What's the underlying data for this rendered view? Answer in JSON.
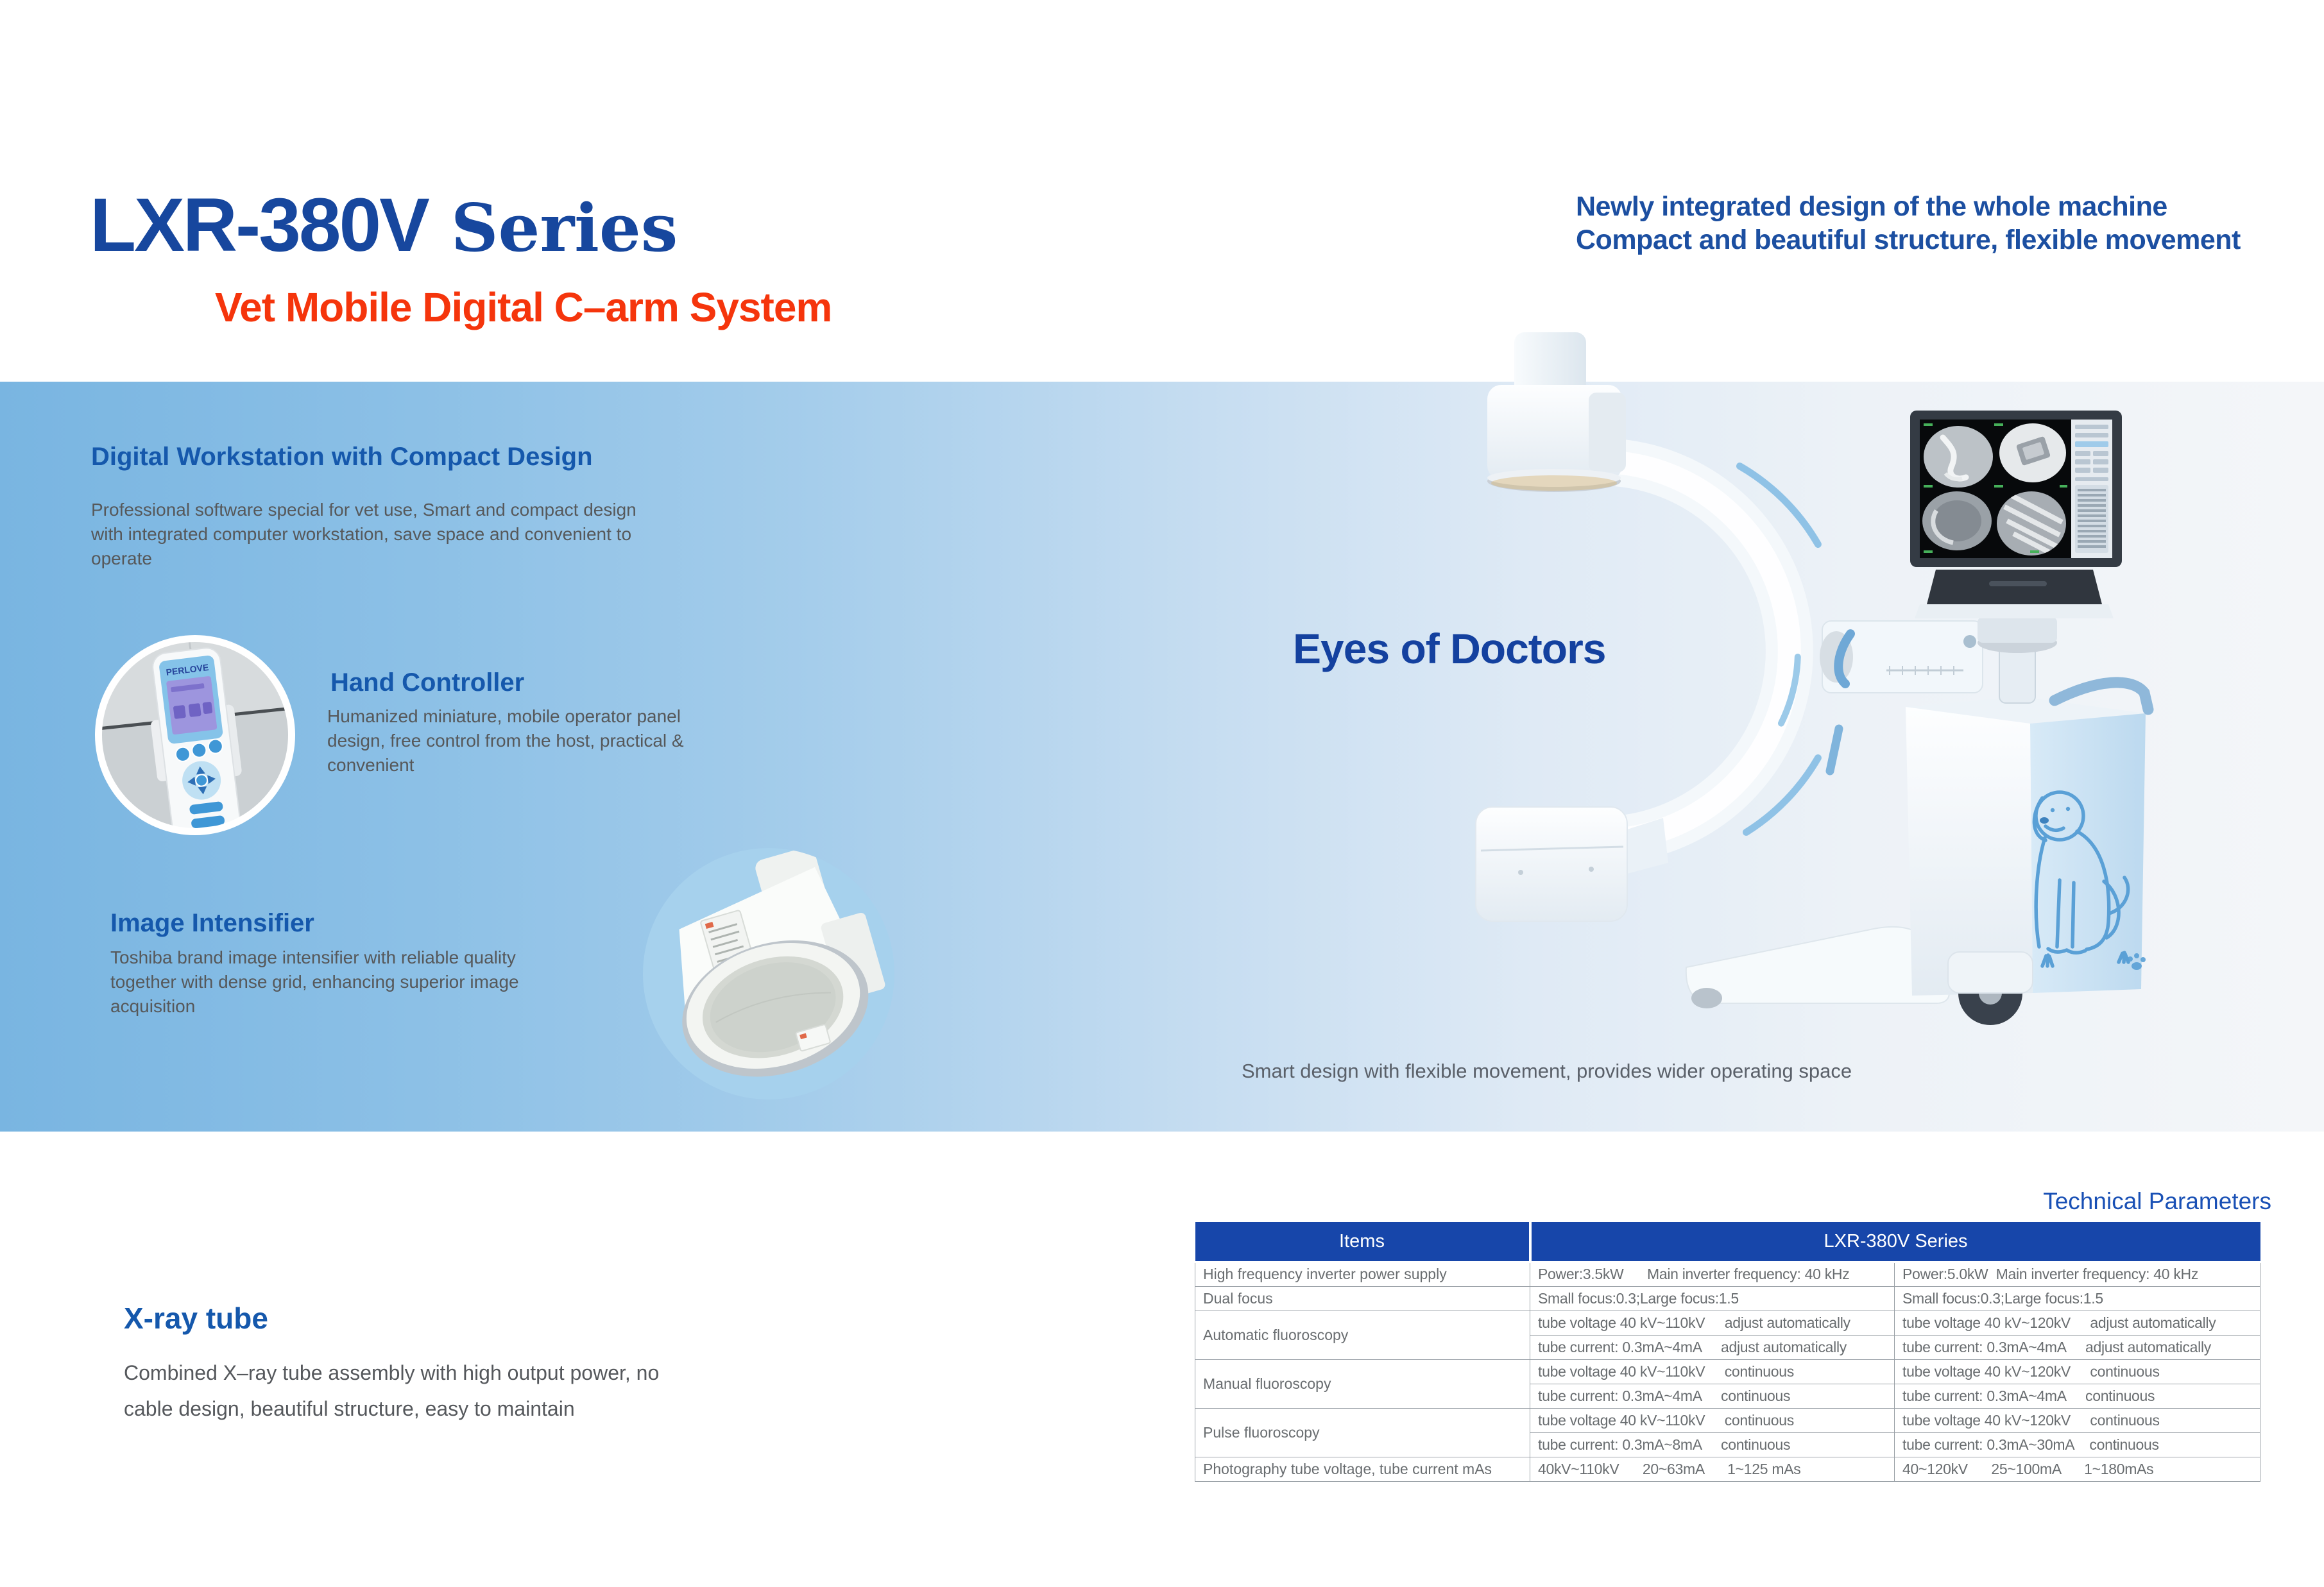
{
  "header": {
    "title_main": "LXR-380V",
    "title_series": "Series",
    "subtitle": "Vet Mobile Digital C–arm System",
    "tagline_line1": "Newly integrated design of the whole machine",
    "tagline_line2": "Compact and beautiful structure, flexible movement"
  },
  "features": {
    "workstation": {
      "heading": "Digital Workstation with Compact Design",
      "body": "Professional software special for vet use, Smart and compact design with integrated computer workstation, save space and convenient to operate"
    },
    "hand_controller": {
      "heading": "Hand Controller",
      "body": "Humanized miniature, mobile operator panel design, free control from the host, practical & convenient"
    },
    "image_intensifier": {
      "heading": "Image Intensifier",
      "body": "Toshiba brand image intensifier with reliable quality together with dense grid, enhancing superior image acquisition"
    },
    "xray_tube": {
      "heading": "X-ray tube",
      "body": "Combined X–ray tube assembly with high output power, no cable design, beautiful structure, easy to maintain"
    }
  },
  "hero": {
    "headline": "Eyes of Doctors",
    "caption": "Smart design with flexible movement, provides wider operating space",
    "controller_brand": "PERLOVE"
  },
  "table": {
    "title": "Technical Parameters",
    "columns": {
      "items": "Items",
      "series": "LXR-380V Series"
    },
    "rows": [
      {
        "item": "High frequency inverter power supply",
        "cells": [
          [
            "Power:3.5kW      Main inverter frequency: 40 kHz",
            "Power:5.0kW  Main inverter frequency: 40 kHz"
          ]
        ]
      },
      {
        "item": "Dual focus",
        "cells": [
          [
            "Small focus:0.3;Large focus:1.5",
            "Small focus:0.3;Large focus:1.5"
          ]
        ]
      },
      {
        "item": "Automatic fluoroscopy",
        "cells": [
          [
            "tube voltage 40 kV~110kV     adjust automatically",
            "tube voltage 40 kV~120kV     adjust automatically"
          ],
          [
            "tube current: 0.3mA~4mA     adjust automatically",
            "tube current: 0.3mA~4mA     adjust automatically"
          ]
        ]
      },
      {
        "item": "Manual fluoroscopy",
        "cells": [
          [
            "tube voltage 40 kV~110kV     continuous",
            "tube voltage 40 kV~120kV     continuous"
          ],
          [
            "tube current: 0.3mA~4mA     continuous",
            "tube current: 0.3mA~4mA     continuous"
          ]
        ]
      },
      {
        "item": "Pulse fluoroscopy",
        "cells": [
          [
            "tube voltage 40 kV~110kV     continuous",
            "tube voltage 40 kV~120kV     continuous"
          ],
          [
            "tube current: 0.3mA~8mA     continuous",
            "tube current: 0.3mA~30mA    continuous"
          ]
        ]
      },
      {
        "item": "Photography tube voltage, tube current mAs",
        "cells": [
          [
            "40kV~110kV      20~63mA      1~125 mAs",
            "40~120kV      25~100mA      1~180mAs"
          ]
        ]
      }
    ]
  },
  "colors": {
    "title_blue": "#17479E",
    "subtitle_red": "#F5350C",
    "heading_blue": "#1558AC",
    "body_gray": "#56585A",
    "table_header_bg": "#1746AA",
    "band_left": "#79B5E1",
    "band_right": "#F4F6F9",
    "dog_line": "#5AA0D6"
  }
}
